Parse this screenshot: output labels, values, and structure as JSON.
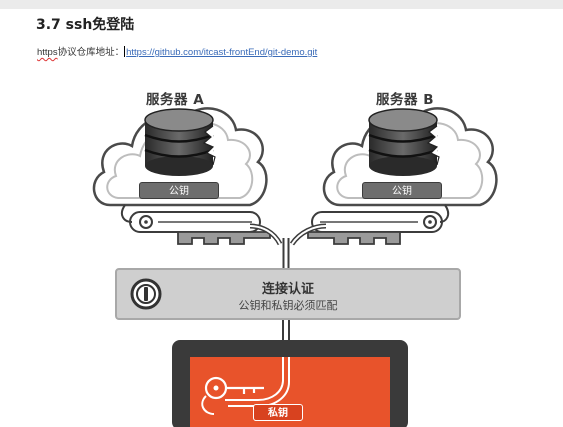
{
  "heading": "3.7 ssh免登陆",
  "repo": {
    "prefix_https": "https",
    "prefix_rest": "协议仓库地址：",
    "url": "https://github.com/itcast-frontEnd/git-demo.git"
  },
  "servers": {
    "a": {
      "title": "服务器 A",
      "key_label": "公钥"
    },
    "b": {
      "title": "服务器 B",
      "key_label": "公钥"
    }
  },
  "connection": {
    "title": "连接认证",
    "subtitle": "公钥和私钥必须匹配"
  },
  "client": {
    "key_label": "私钥"
  },
  "colors": {
    "cloud_stroke": "#4a4a4a",
    "panel_gray": "#cfcfcf",
    "client_orange": "#e8532b",
    "client_frame": "#3a3a3a"
  }
}
